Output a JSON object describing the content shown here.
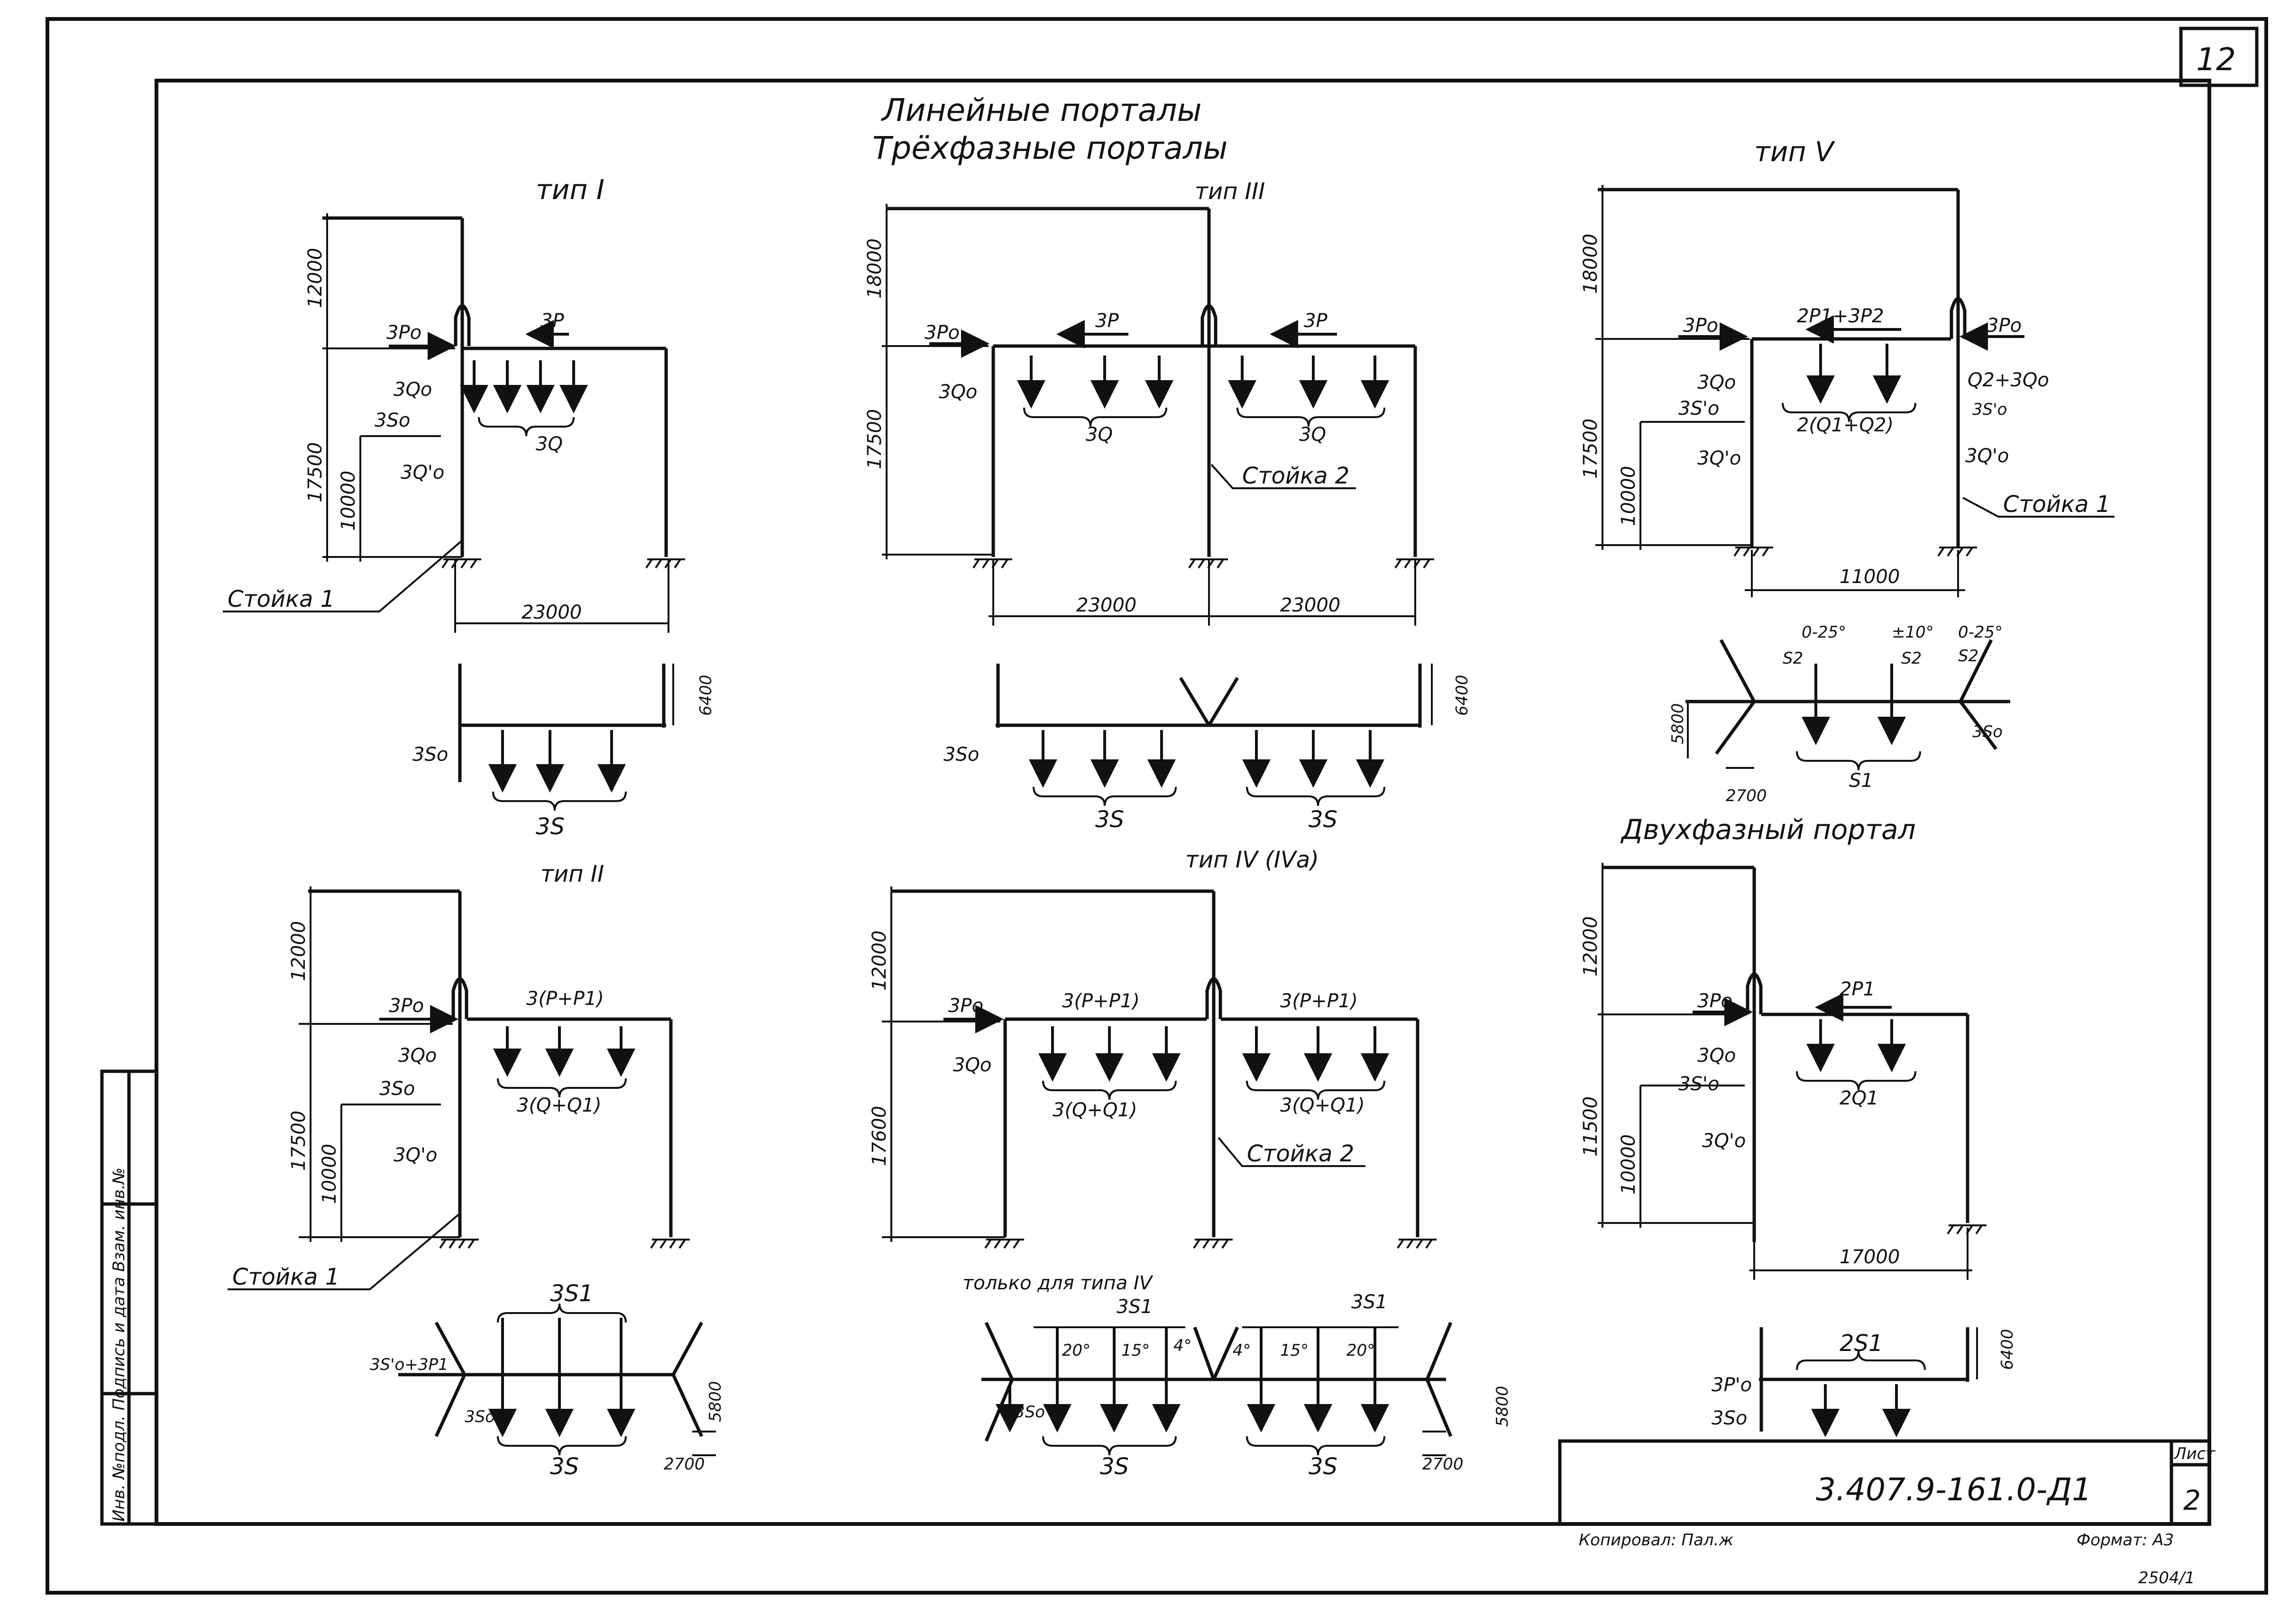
{
  "sheet": {
    "page_number": "12",
    "title1": "Линейные порталы",
    "title2": "Трёхфазные порталы",
    "designation": "3.407.9-161.0-Д1",
    "list_label": "Лист",
    "list_number": "2",
    "copied": "Копировал: Пал.ж",
    "format": "Формат: А3",
    "archive_no": "2504/1",
    "side_stamp": "Инв. №подл.  Подпись и дата  Взам. инв.№"
  },
  "portals": {
    "t1": {
      "title": "тип I",
      "dims": [
        "12000",
        "17500",
        "10000",
        "23000",
        "6400"
      ],
      "loads": [
        "3Po",
        "3P",
        "3Qo",
        "3So",
        "3Q'o",
        "3Q"
      ],
      "label": "Стойка 1",
      "plan": [
        "3So",
        "3S"
      ]
    },
    "t3": {
      "title": "тип III",
      "dims": [
        "18000",
        "17500",
        "23000",
        "23000",
        "6400"
      ],
      "loads": [
        "3Po",
        "3P",
        "3P",
        "3Qo",
        "3Q",
        "3Q"
      ],
      "label": "Стойка 2",
      "plan": [
        "3So",
        "3S",
        "3S"
      ]
    },
    "t5": {
      "title": "тип V",
      "dims": [
        "18000",
        "17500",
        "10000",
        "11000"
      ],
      "loads": [
        "3Po",
        "2P1+3P2",
        "3Po",
        "3Qo",
        "3S'o",
        "3Q'o",
        "2(Q1+Q2)",
        "Q2+3Qo",
        "3S'o",
        "3Q'o"
      ],
      "label": "Стойка 1",
      "plan": [
        "0-25°",
        "±10°",
        "0-25°",
        "S2",
        "S2",
        "S2",
        "S1",
        "3So",
        "5800",
        "2700"
      ]
    },
    "t2": {
      "title": "тип II",
      "dims": [
        "12000",
        "17500",
        "10000",
        "5800",
        "2700"
      ],
      "loads": [
        "3Po",
        "3(P+P1)",
        "3Qo",
        "3So",
        "3Q'o",
        "3(Q+Q1)"
      ],
      "label": "Стойка 1",
      "plan": [
        "3S1",
        "3S'o+3P1",
        "3So",
        "3S"
      ]
    },
    "t4": {
      "title": "тип IV (IVа)",
      "dims": [
        "12000",
        "17600",
        "5800",
        "2700"
      ],
      "loads": [
        "3Po",
        "3(P+P1)",
        "3(P+P1)",
        "3Qo",
        "3(Q+Q1)",
        "3(Q+Q1)"
      ],
      "label": "Стойка 2",
      "plan": [
        "только для типа IV",
        "3S1",
        "3S1",
        "20°",
        "15°",
        "4°",
        "4°",
        "15°",
        "20°",
        "3So",
        "3S",
        "3S"
      ]
    },
    "t2f": {
      "title": "Двухфазный портал",
      "dims": [
        "12000",
        "11500",
        "10000",
        "17000",
        "6400"
      ],
      "loads": [
        "3Po",
        "2P1",
        "3Qo",
        "3S'o",
        "3Q'o",
        "2Q1"
      ],
      "plan": [
        "2S1",
        "3P'o",
        "3So"
      ]
    }
  }
}
